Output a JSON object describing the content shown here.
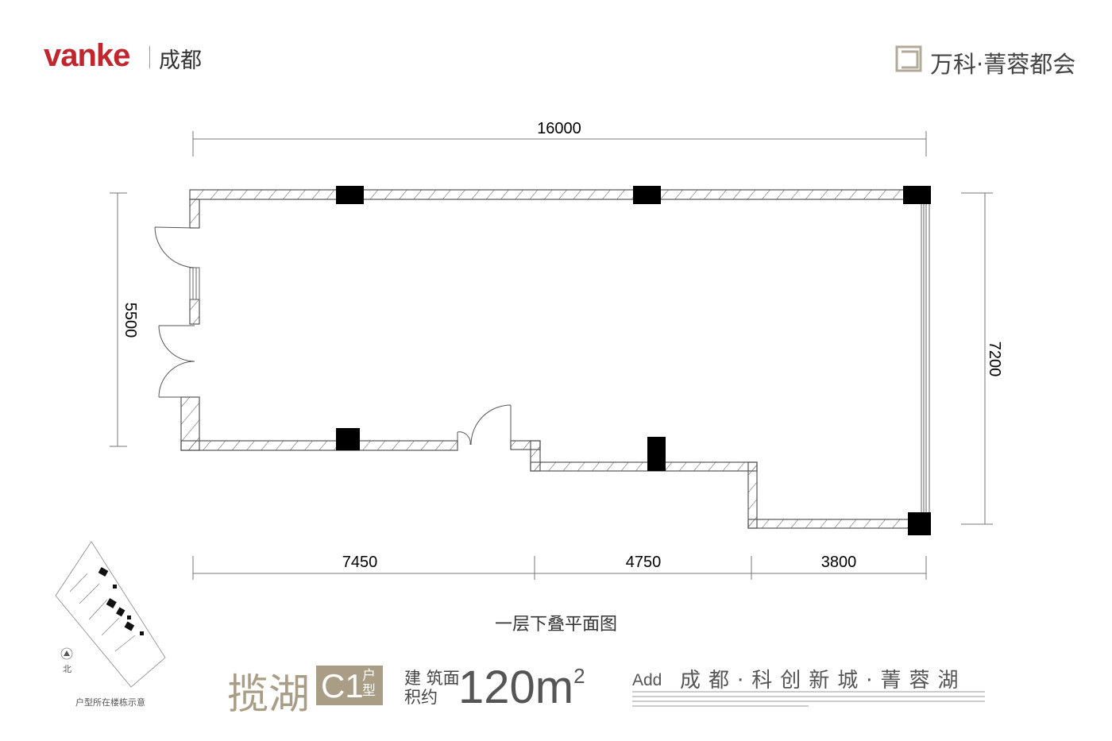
{
  "header": {
    "brand": "vanke",
    "city": "成都",
    "project": "万科·菁蓉都会"
  },
  "plan": {
    "dimensions": {
      "top": "16000",
      "left": "5500",
      "right": "7200",
      "bottom": [
        "7450",
        "4750",
        "3800"
      ]
    },
    "title": "一层下叠平面图"
  },
  "site_map": {
    "north": "北",
    "caption": "户型所在楼栋示意"
  },
  "unit": {
    "name": "揽湖",
    "code": "C1",
    "type": "户型",
    "area_label": "建 筑面积约",
    "area": "120m",
    "area_unit_sup": "2"
  },
  "address": {
    "tag": "Add",
    "text": "成都·科创新城·菁蓉湖"
  },
  "colors": {
    "brand": "#c0262d",
    "gold": "#a99d86"
  }
}
